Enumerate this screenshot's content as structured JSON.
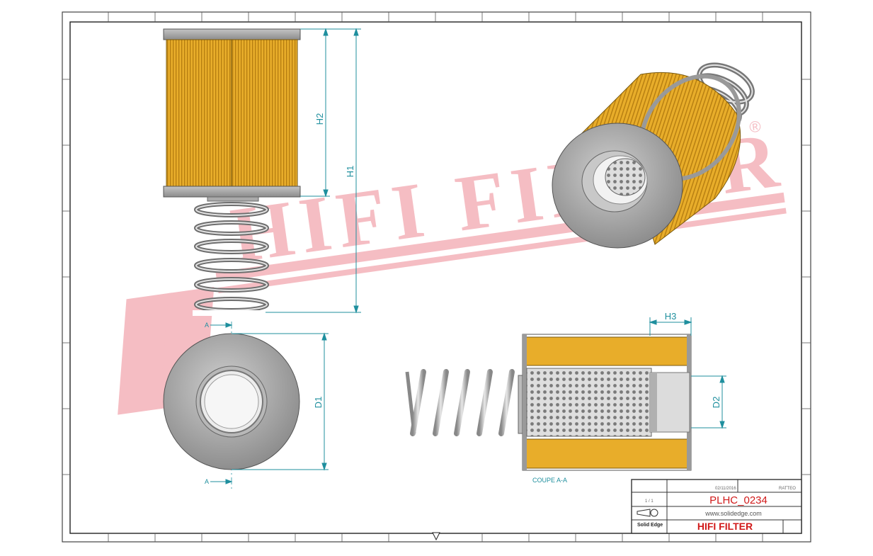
{
  "drawing": {
    "dimensions": {
      "h1": "H1",
      "h2": "H2",
      "h3": "H3",
      "d1": "D1",
      "d2": "D2"
    },
    "section_markers": {
      "top": "A",
      "bottom": "A"
    },
    "section_caption": "COUPE A-A",
    "watermark": {
      "text": "HIFI FILTER",
      "registered": "®"
    }
  },
  "title_block": {
    "date": "02/11/2016",
    "author": "RATTEO",
    "scale": "1 / 1",
    "part_number": "PLHC_0234",
    "website": "www.solidedge.com",
    "software": "Solid Edge",
    "company": "HIFI FILTER"
  },
  "colors": {
    "media": "#e8ad2a",
    "media_pleat": "#b57d10",
    "metal": "#9a9a9a",
    "dimension": "#1f8f9e",
    "watermark": "#f4b6bd",
    "brand_red": "#d11a1a"
  },
  "icons": [
    "projection-symbol-icon",
    "section-arrow-icon",
    "sheet-center-mark-icon"
  ]
}
